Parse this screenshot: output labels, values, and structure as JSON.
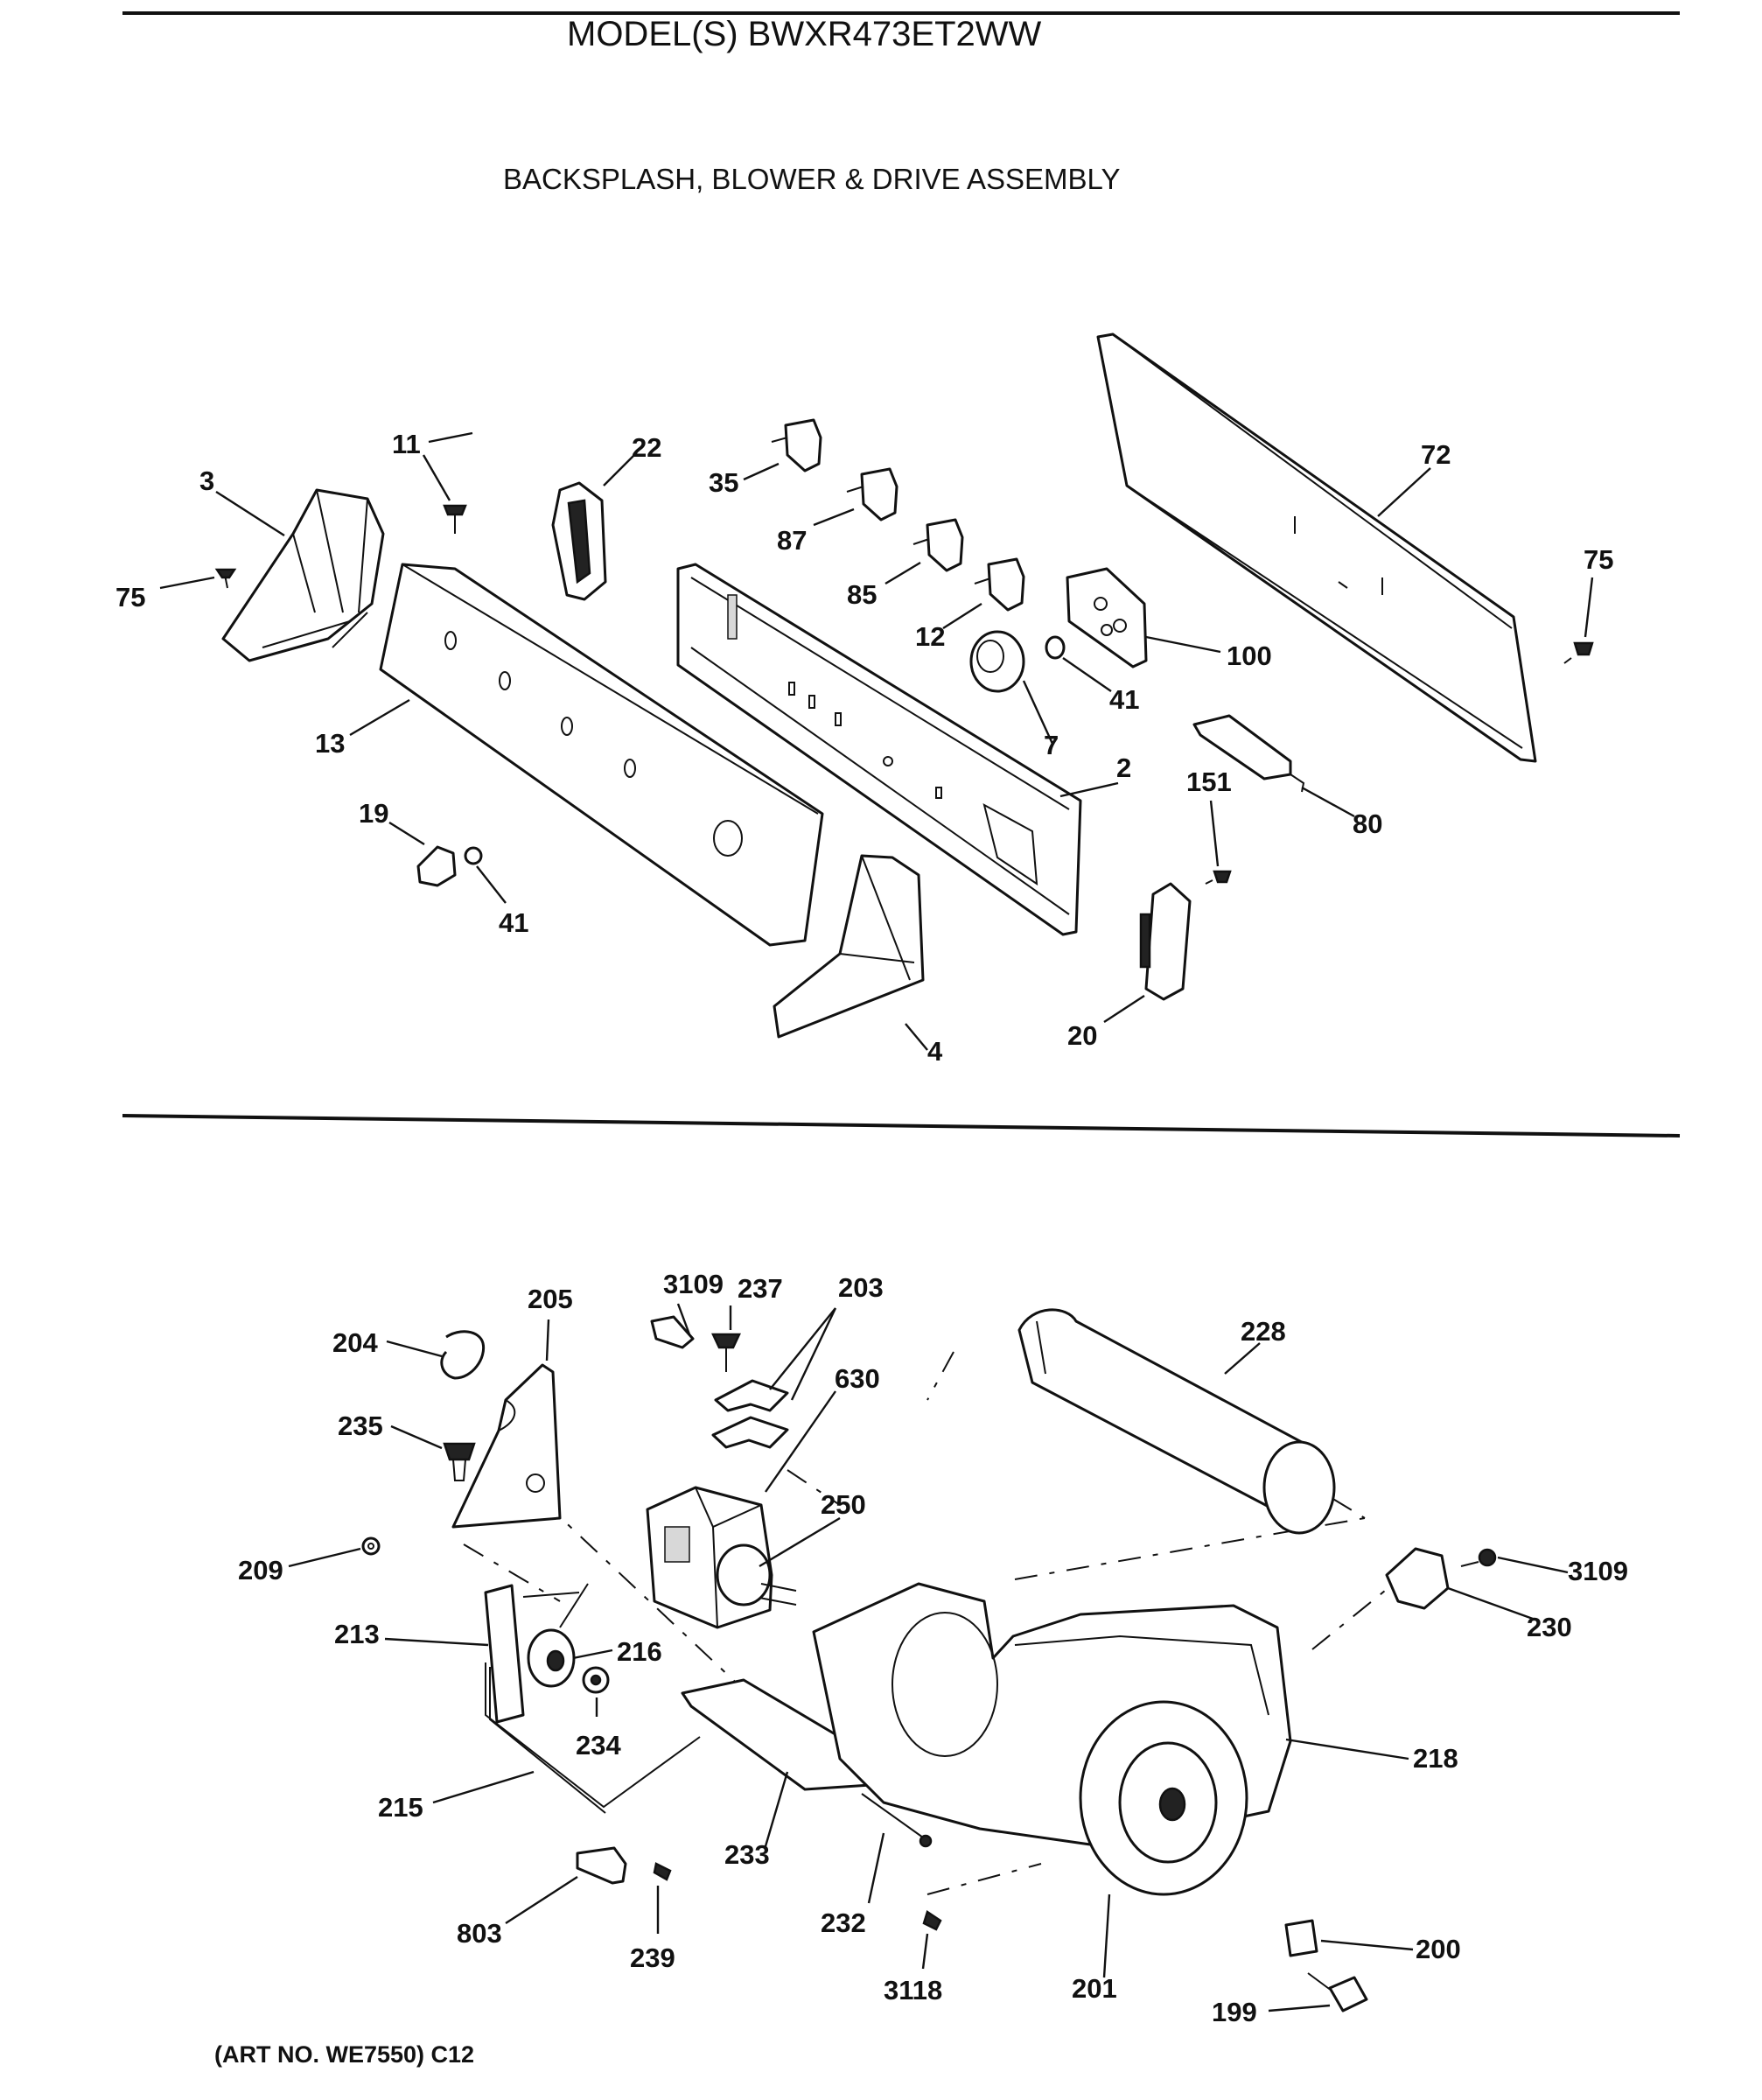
{
  "header": {
    "model": "MODEL(S) BWXR473ET2WW",
    "assembly": "BACKSPLASH, BLOWER & DRIVE ASSEMBLY"
  },
  "upper_callouts": [
    "3",
    "75",
    "11",
    "22",
    "13",
    "19",
    "41",
    "35",
    "87",
    "85",
    "12",
    "7",
    "41",
    "2",
    "4",
    "100",
    "72",
    "75",
    "80",
    "151",
    "20"
  ],
  "lower_callouts": [
    "204",
    "205",
    "235",
    "209",
    "213",
    "216",
    "234",
    "215",
    "803",
    "239",
    "3109",
    "237",
    "203",
    "630",
    "250",
    "233",
    "232",
    "3118",
    "228",
    "3109",
    "230",
    "218",
    "201",
    "200",
    "199"
  ],
  "footer": {
    "art_no": "(ART NO. WE7550) C12"
  }
}
